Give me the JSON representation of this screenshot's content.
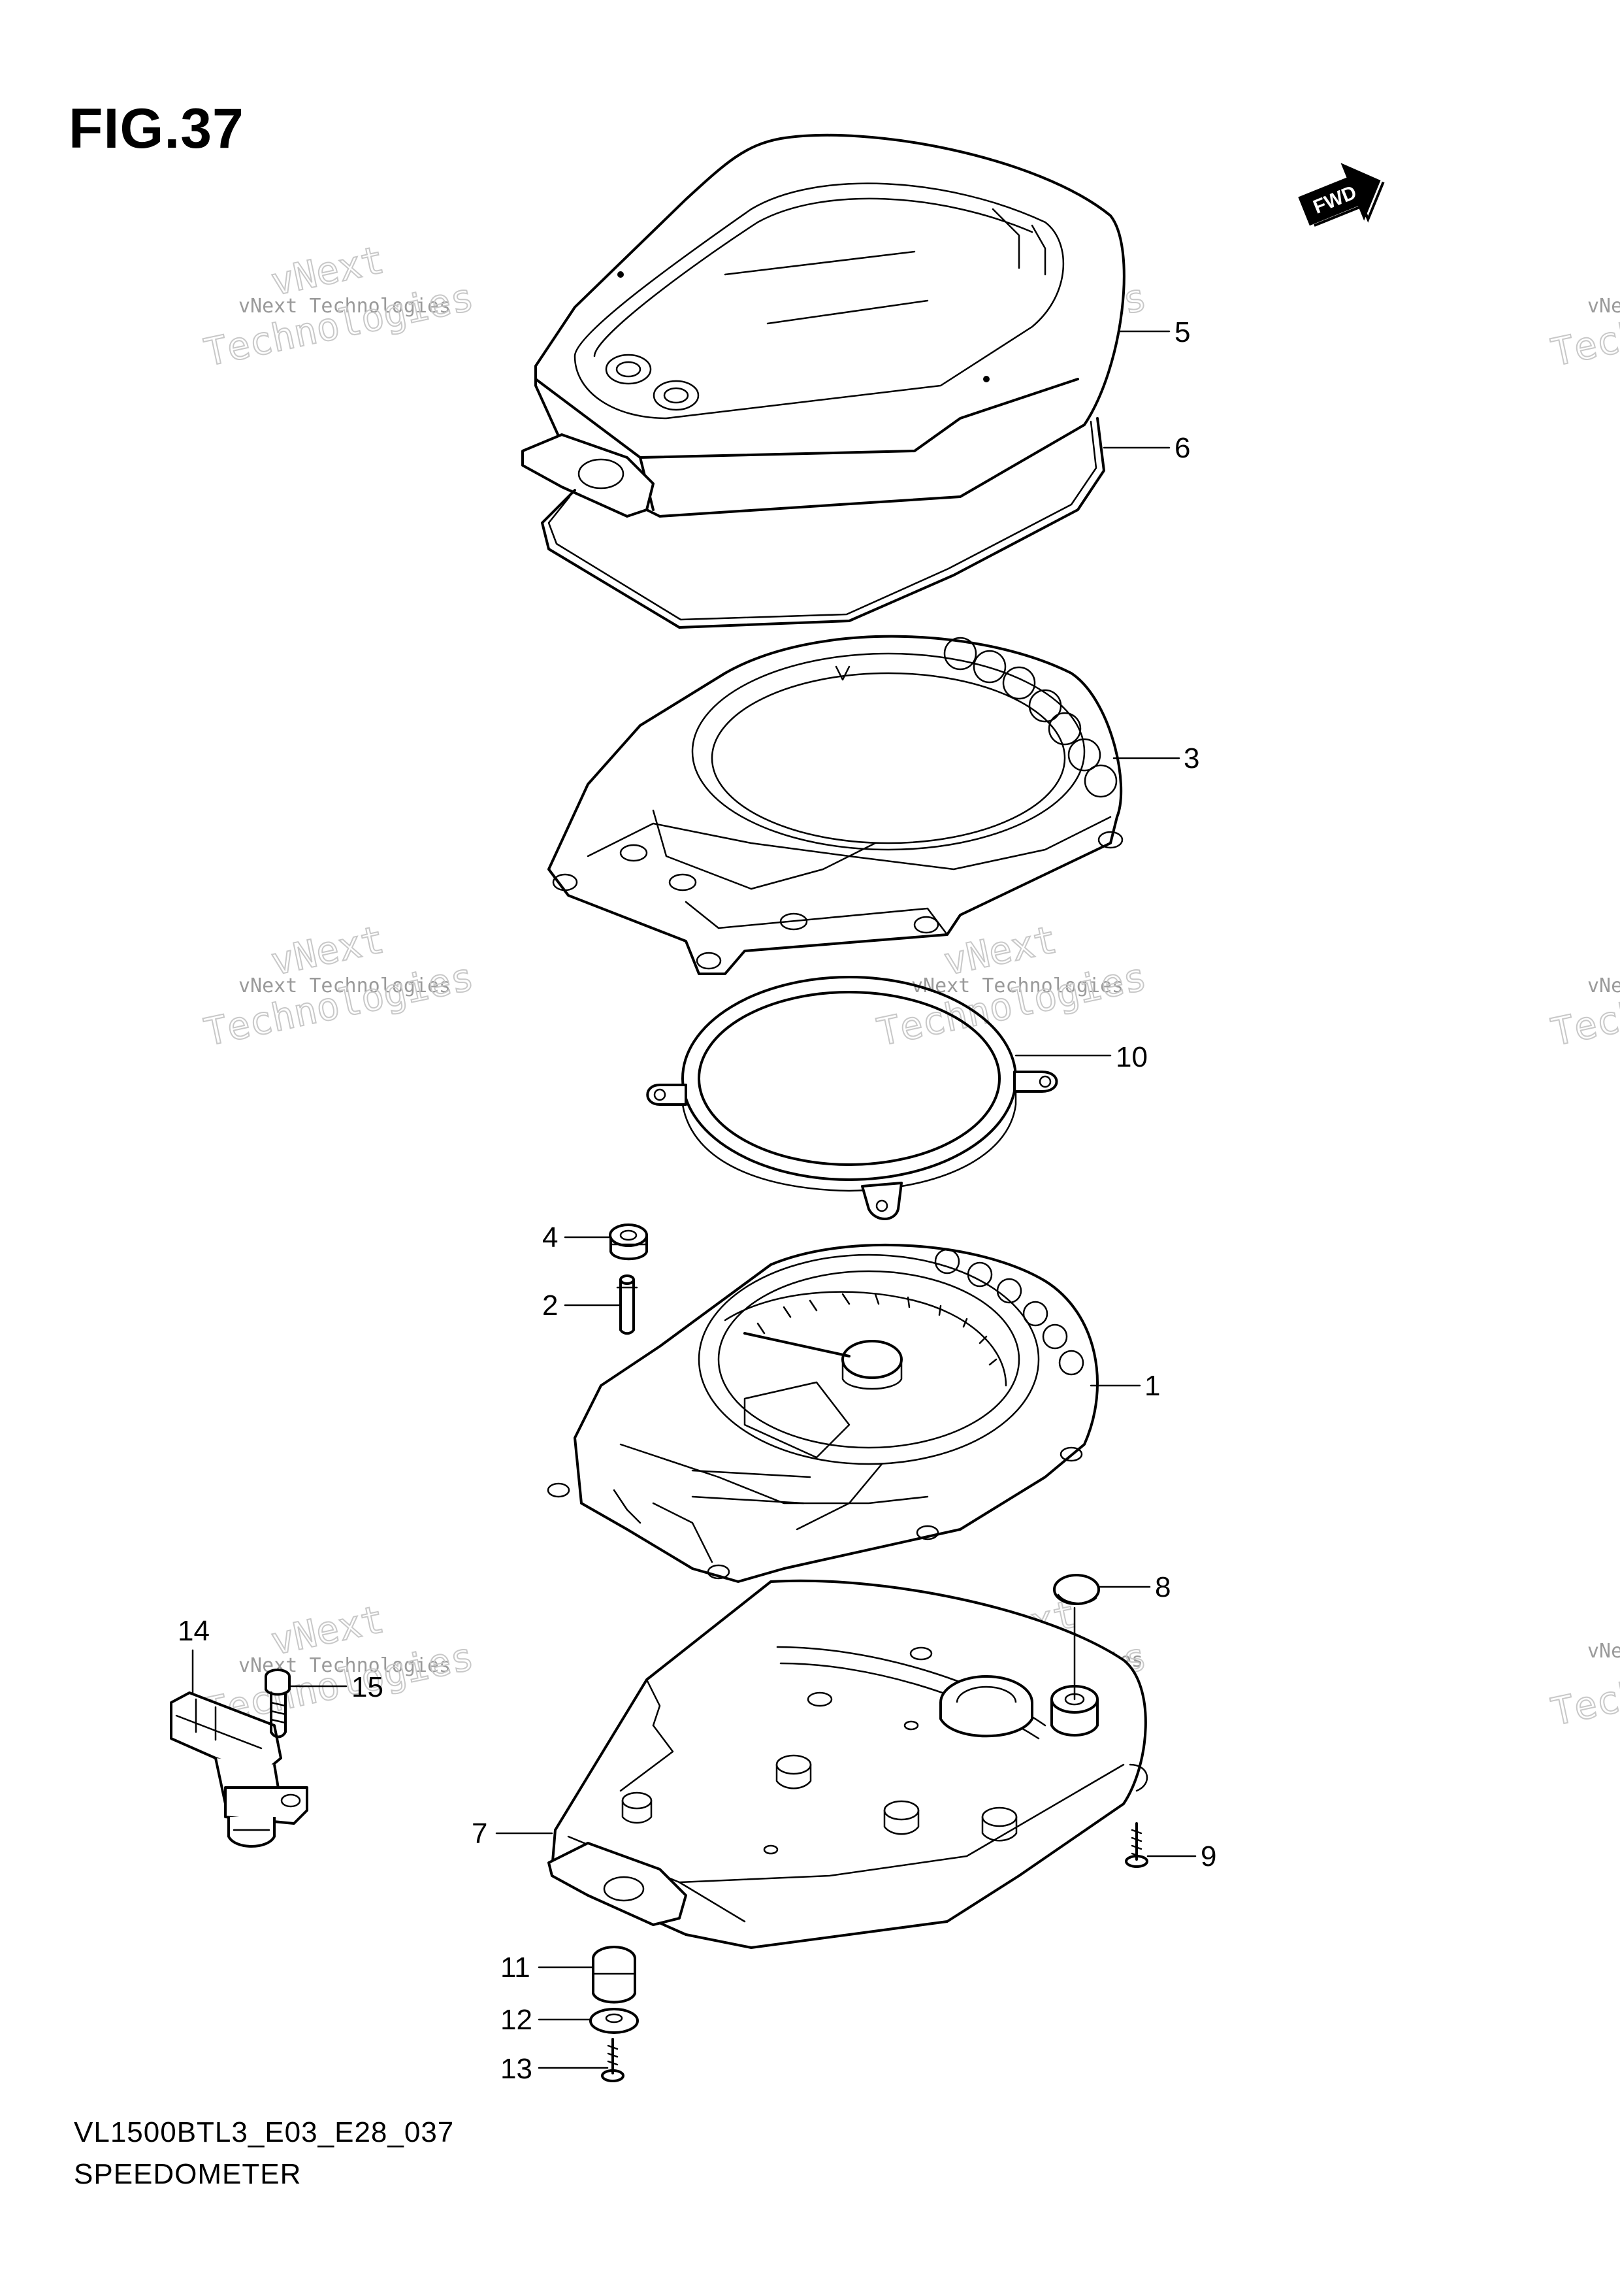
{
  "figure_label": "FIG.37",
  "diagram_code": "VL1500BTL3_E03_E28_037",
  "diagram_title": "SPEEDOMETER",
  "direction_badge": "FWD",
  "watermark": {
    "line1": "vNext Technologies",
    "line2": "vNext",
    "line3": "Technologies"
  },
  "callouts": [
    "1",
    "2",
    "3",
    "4",
    "5",
    "6",
    "7",
    "8",
    "9",
    "10",
    "11",
    "12",
    "13",
    "14",
    "15"
  ]
}
